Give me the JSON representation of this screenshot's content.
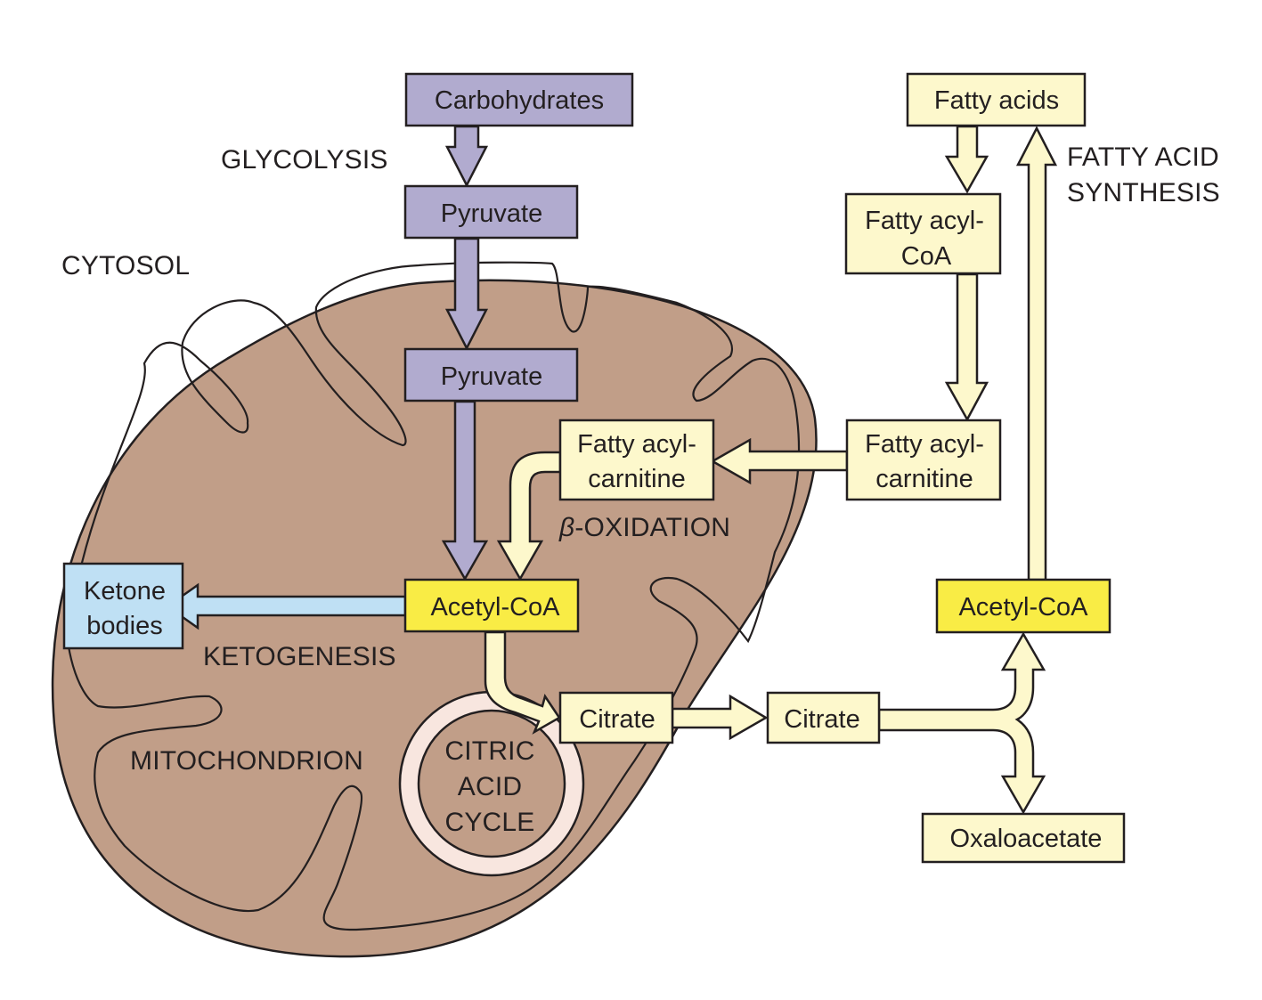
{
  "title": "Metabolic pathways: cytosol and mitochondrion",
  "colors": {
    "carbohydrate_pathway": "#b1abcf",
    "lipid_pathway": "#fdf8cc",
    "acetyl_coa": "#f9ec45",
    "ketone": "#bfe0f4",
    "mitochondrion": "#c19e88",
    "citric_cycle_ring": "#f8e6df",
    "outline": "#231f20"
  },
  "compartments": {
    "cytosol": "CYTOSOL",
    "mitochondrion": "MITOCHONDRION"
  },
  "process_labels": {
    "glycolysis": "GLYCOLYSIS",
    "fatty_acid_synthesis": [
      "FATTY ACID",
      "SYNTHESIS"
    ],
    "beta_oxidation_symbol": "β",
    "beta_oxidation": "-OXIDATION",
    "ketogenesis": "KETOGENESIS",
    "citric_acid_cycle": [
      "CITRIC",
      "ACID",
      "CYCLE"
    ]
  },
  "nodes": {
    "carbohydrates": [
      "Carbohydrates"
    ],
    "pyruvate_cytosol": [
      "Pyruvate"
    ],
    "pyruvate_mito": [
      "Pyruvate"
    ],
    "acetyl_coa_mito": [
      "Acetyl-CoA"
    ],
    "ketone_bodies": [
      "Ketone",
      "bodies"
    ],
    "fatty_acyl_carnitine_mito": [
      "Fatty acyl-",
      "carnitine"
    ],
    "citrate_mito": [
      "Citrate"
    ],
    "fatty_acids": [
      "Fatty acids"
    ],
    "fatty_acyl_coa": [
      "Fatty acyl-",
      "CoA"
    ],
    "fatty_acyl_carnitine_cytosol": [
      "Fatty acyl-",
      "carnitine"
    ],
    "acetyl_coa_cytosol": [
      "Acetyl-CoA"
    ],
    "citrate_cytosol": [
      "Citrate"
    ],
    "oxaloacetate": [
      "Oxaloacetate"
    ]
  },
  "edges": [
    {
      "from": "carbohydrates",
      "to": "pyruvate_cytosol",
      "process": "glycolysis"
    },
    {
      "from": "pyruvate_cytosol",
      "to": "pyruvate_mito"
    },
    {
      "from": "pyruvate_mito",
      "to": "acetyl_coa_mito"
    },
    {
      "from": "fatty_acids",
      "to": "fatty_acyl_coa"
    },
    {
      "from": "fatty_acyl_coa",
      "to": "fatty_acyl_carnitine_cytosol"
    },
    {
      "from": "fatty_acyl_carnitine_cytosol",
      "to": "fatty_acyl_carnitine_mito"
    },
    {
      "from": "fatty_acyl_carnitine_mito",
      "to": "acetyl_coa_mito",
      "process": "beta_oxidation"
    },
    {
      "from": "acetyl_coa_mito",
      "to": "ketone_bodies",
      "process": "ketogenesis"
    },
    {
      "from": "acetyl_coa_mito",
      "to": "citrate_mito"
    },
    {
      "from": "citrate_mito",
      "to": "citrate_cytosol"
    },
    {
      "from": "citrate_cytosol",
      "to": "acetyl_coa_cytosol"
    },
    {
      "from": "citrate_cytosol",
      "to": "oxaloacetate"
    },
    {
      "from": "acetyl_coa_cytosol",
      "to": "fatty_acids",
      "process": "fatty_acid_synthesis"
    }
  ]
}
